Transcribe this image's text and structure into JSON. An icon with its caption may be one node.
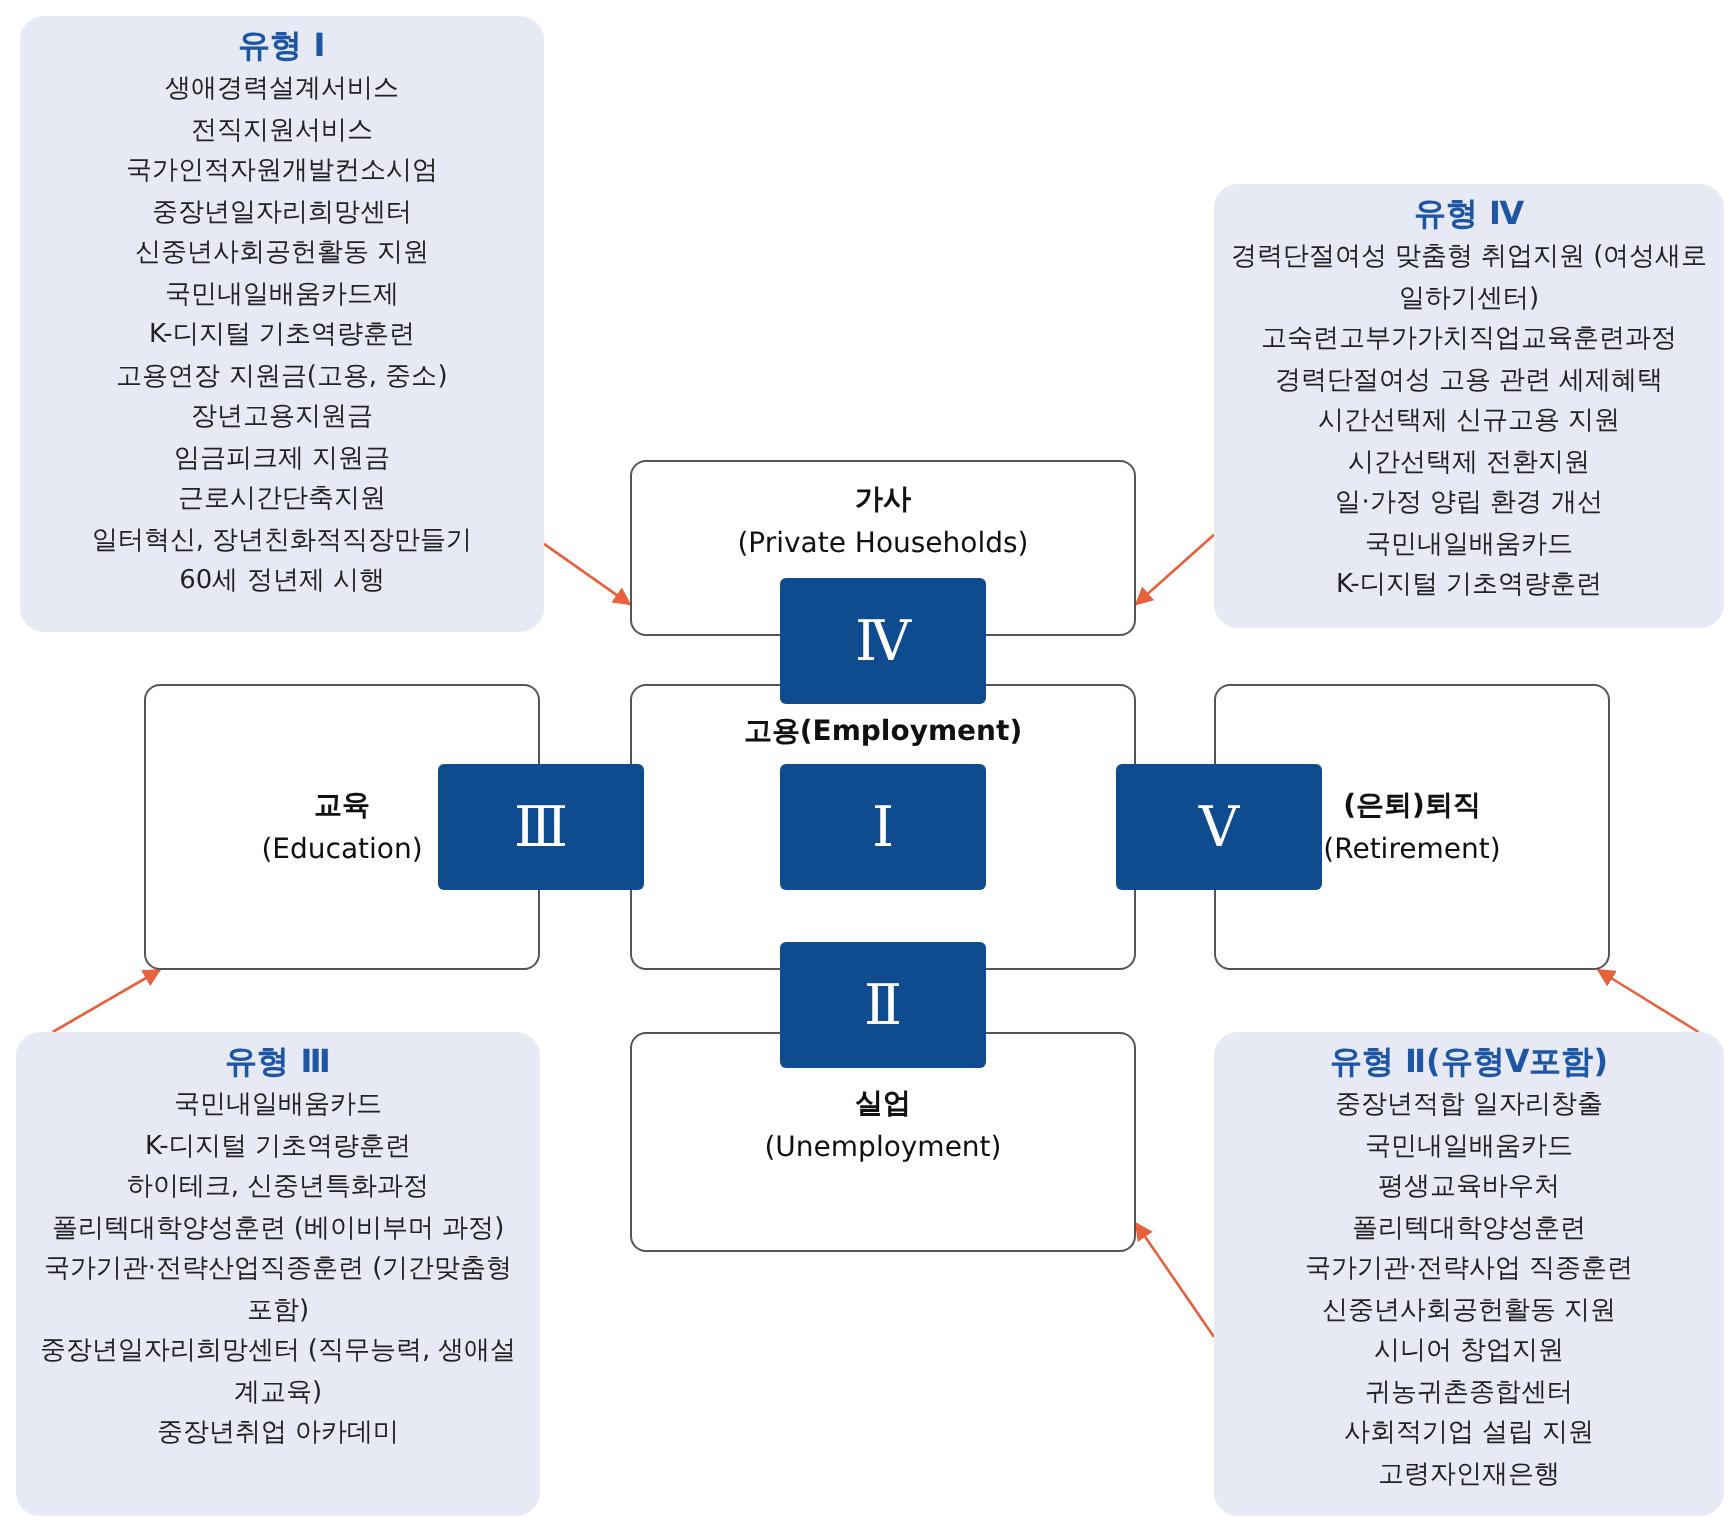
{
  "diagram": {
    "nodes": [
      {
        "text": [
          "유형 Ⅰ",
          "생애경력설계서비스",
          "전직지원서비스",
          "국가인적자원개발컨소시엄",
          "중장년일자리희망센터",
          "신중년사회공헌활동 지원",
          "국민내일배움카드제",
          "K-디지털 기초역량훈련",
          "고용연장 지원금(고용, 중소)",
          "장년고용지원금",
          "임금피크제 지원금",
          "근로시간단축지원",
          "일터혁신, 장년친화적직장만들기",
          "60세 정년제 시행"
        ]
      },
      {
        "text": [
          "유형 Ⅳ",
          "경력단절여성 맞춤형 취업지원 (여성새로일하기센터)",
          "고숙련고부가가치직업교육훈련과정",
          "경력단절여성 고용 관련 세제혜택",
          "시간선택제 신규고용 지원",
          "시간선택제 전환지원",
          "일·가정 양립 환경 개선",
          "국민내일배움카드",
          "K-디지털 기초역량훈련"
        ]
      },
      {
        "text": [
          "가사",
          "(Private Households)"
        ]
      },
      {
        "text": [
          "교육",
          "(Education)"
        ]
      },
      {
        "text": [
          "고용(Employment)"
        ]
      },
      {
        "text": [
          "(은퇴)퇴직",
          "(Retirement)"
        ]
      },
      {
        "text": [
          "실업",
          "(Unemployment)"
        ]
      },
      {
        "text": [
          "Ⅳ"
        ]
      },
      {
        "text": [
          "Ⅲ"
        ]
      },
      {
        "text": [
          "Ⅰ"
        ],
        "in": 4
      },
      {
        "text": [
          "Ⅴ"
        ]
      },
      {
        "text": [
          "Ⅱ"
        ]
      },
      {
        "text": [
          "유형 Ⅲ",
          "국민내일배움카드",
          "K-디지털 기초역량훈련",
          "하이테크, 신중년특화과정",
          "폴리텍대학양성훈련 (베이비부머 과정)",
          "국가기관·전략산업직종훈련 (기간맞춤형포함)",
          "중장년일자리희망센터 (직무능력, 생애설계교육)",
          "중장년취업 아카데미"
        ]
      },
      {
        "text": [
          "유형 Ⅱ(유형Ⅴ포함)",
          "중장년적합 일자리창출",
          "국민내일배움카드",
          "평생교육바우처",
          "폴리텍대학양성훈련",
          "국가기관·전략사업 직종훈련",
          "신중년사회공헌활동 지원",
          "시니어 창업지원",
          "귀농귀촌종합센터",
          "사회적기업 설립 지원",
          "고령자인재은행"
        ]
      }
    ],
    "edges": [
      {
        "from": 0,
        "to": 2,
        "arrow": "to"
      },
      {
        "from": 1,
        "to": 2,
        "arrow": "to"
      },
      {
        "from": 12,
        "to": 3,
        "arrow": "to"
      },
      {
        "from": 13,
        "to": 5,
        "arrow": "to"
      },
      {
        "from": 13,
        "to": 6,
        "arrow": "to"
      }
    ]
  }
}
